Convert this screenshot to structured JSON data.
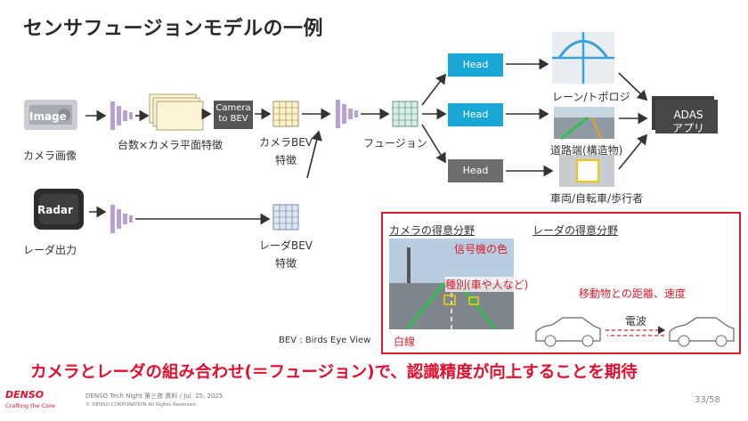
{
  "slide": {
    "title": "センサフュージョンモデルの一例",
    "inputs": {
      "camera_icon_text": "Image",
      "camera_label": "カメラ画像",
      "radar_icon_text": "Radar",
      "radar_label": "レーダ出力"
    },
    "pipeline": {
      "camera_feature_label": "台数×カメラ平面特徴",
      "camera_to_bev_line1": "Camera",
      "camera_to_bev_line2": "to BEV",
      "camera_bev_line1": "カメラBEV",
      "camera_bev_line2": "特徴",
      "radar_bev_line1": "レーダBEV",
      "radar_bev_line2": "特徴",
      "fusion_label": "フュージョン",
      "heads": [
        "Head",
        "Head",
        "Head"
      ],
      "outputs": [
        "レーン/トポロジ",
        "道路端(構造物)",
        "車両/自転車/歩行者"
      ],
      "adas_line1": "ADAS",
      "adas_line2": "アプリ"
    },
    "comparison": {
      "camera_heading": "カメラの得意分野",
      "radar_heading": "レーダの得意分野",
      "camera_items": [
        "信号機の色",
        "種別(車や人など)",
        "白線"
      ],
      "radar_items": [
        "移動物との距離、速度",
        "電波"
      ]
    },
    "bev_note": "BEV : Birds Eye View",
    "conclusion": "カメラとレーダの組み合わせ(＝フュージョン)で、認識精度が向上することを期待",
    "footer": {
      "logo": "DENSO",
      "tagline": "Crafting the Core",
      "event": "DENSO Tech Night 第三夜 資料 / Jul. 25, 2025",
      "copyright": "© DENSO CORPORATION All Rights Reserved.",
      "page": "33/58"
    },
    "colors": {
      "accent_red": "#d61f2c",
      "head_blue": "#19a7d6",
      "head_gray": "#6d6d6d",
      "encoder_purple": "#b9a0d6"
    }
  }
}
